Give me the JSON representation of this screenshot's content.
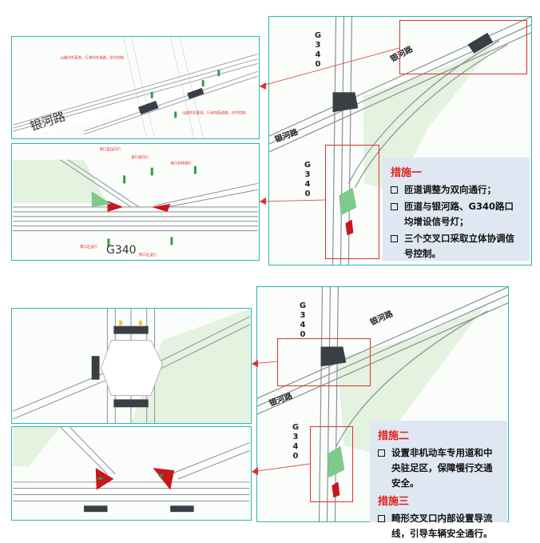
{
  "labels": {
    "road_yinhe": "银河路",
    "road_g340": "G340",
    "g_chars": [
      "G",
      "3",
      "4",
      "0"
    ]
  },
  "top_callout": {
    "title": "措施一",
    "items": [
      "匝道调整为双向通行；",
      "匝道与银河路、G340路口均增设信号灯；",
      "三个交叉口采取立体协调信号控制。"
    ]
  },
  "bottom_callout": {
    "title2": "措施二",
    "items2": [
      "设置非机动车专用道和中央驻足区，保障慢行交通安全。"
    ],
    "title3": "措施三",
    "items3": [
      "畸形交叉口内部设置导流线，引导车辆安全通行。"
    ]
  },
  "colors": {
    "frame": "#2bb8b0",
    "highlight": "#e0302a",
    "callout_bg": "#dfe7f3",
    "greenspace": "#e4f2e0",
    "road": "#8a8f96",
    "island": "#c8161d"
  }
}
